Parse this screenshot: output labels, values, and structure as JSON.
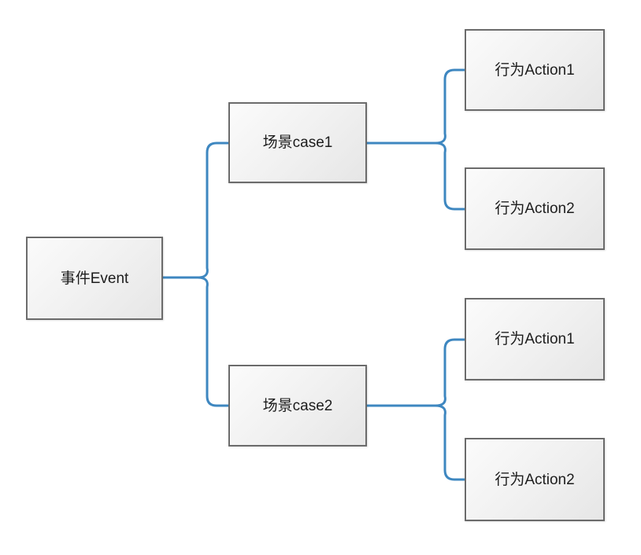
{
  "diagram": {
    "background_color": "#ffffff",
    "connector_color": "#3e87c0",
    "node_border_color": "#6b6b6b",
    "node_fill": "#f0f0f0",
    "node_text_color": "#1d1d1d",
    "nodes": {
      "event": {
        "label": "事件Event"
      },
      "case1": {
        "label": "场景case1"
      },
      "case2": {
        "label": "场景case2"
      },
      "case1_action1": {
        "label": "行为Action1"
      },
      "case1_action2": {
        "label": "行为Action2"
      },
      "case2_action1": {
        "label": "行为Action1"
      },
      "case2_action2": {
        "label": "行为Action2"
      }
    },
    "edges": [
      {
        "from": "event",
        "to": "case1"
      },
      {
        "from": "event",
        "to": "case2"
      },
      {
        "from": "case1",
        "to": "case1_action1"
      },
      {
        "from": "case1",
        "to": "case1_action2"
      },
      {
        "from": "case2",
        "to": "case2_action1"
      },
      {
        "from": "case2",
        "to": "case2_action2"
      }
    ]
  }
}
